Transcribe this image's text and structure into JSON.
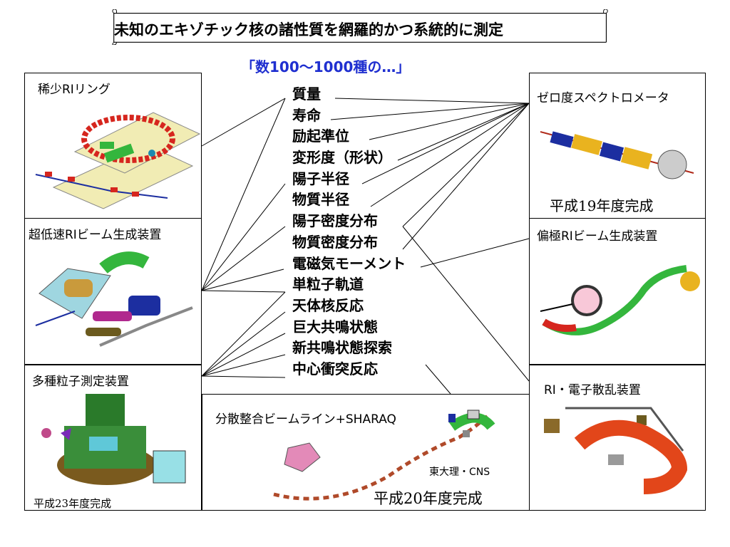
{
  "banner": {
    "title": "未知のエキゾチック核の諸性質を網羅的かつ系統的に測定"
  },
  "subtitle": "「数100～1000種の…」",
  "properties": [
    "質量",
    "寿命",
    "励起準位",
    "変形度（形状）",
    "陽子半径",
    "物質半径",
    "陽子密度分布",
    "物質密度分布",
    "電磁気モーメント",
    "単粒子軌道",
    "天体核反応",
    "巨大共鳴状態",
    "新共鳴状態探索",
    "中心衝突反応"
  ],
  "panels": {
    "rare_ri_ring": {
      "label": "稀少RIリング"
    },
    "slow_ri_beam": {
      "label": "超低速RIビーム生成装置"
    },
    "multi_particle": {
      "label": "多種粒子測定装置",
      "completion": "平成23年度完成"
    },
    "zero_degree": {
      "label": "ゼロ度スペクトロメータ",
      "completion": "平成19年度完成"
    },
    "polarized_ri": {
      "label": "偏極RIビーム生成装置"
    },
    "ri_electron": {
      "label": "RI・電子散乱装置"
    },
    "sharaq": {
      "label": "分散整合ビームライン+SHARAQ",
      "org": "東大理・CNS",
      "completion": "平成20年度完成"
    }
  },
  "colors": {
    "subtitle": "#1f2fd0",
    "ring_plane": "#f1ecb4",
    "magnet_red": "#d6261e",
    "magnet_green": "#34b63d",
    "magnet_blue": "#1c2ea0",
    "magnet_orange": "#e9b31f"
  }
}
